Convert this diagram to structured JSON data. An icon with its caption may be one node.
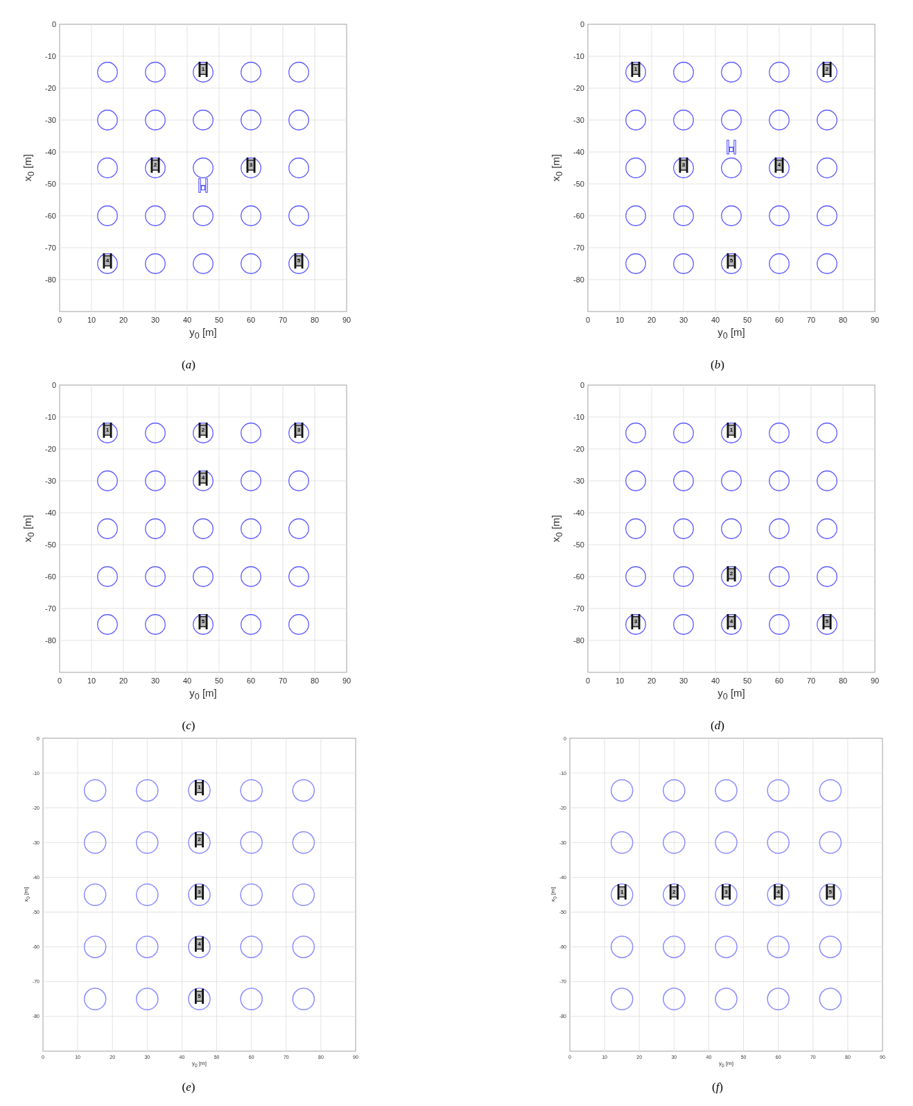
{
  "diagram": {
    "labels": [
      "0",
      "-10",
      "-20",
      "-30",
      "-40",
      "-50",
      "-60",
      "-70",
      "-80",
      "0",
      "10",
      "20",
      "30",
      "40",
      "50",
      "60",
      "70",
      "80",
      "90",
      "x$_{0}$ [m]",
      "y$_{0}$ [m]",
      "1",
      "2",
      "3",
      "4",
      "5",
      "(*a*)",
      "0",
      "-10",
      "-20",
      "-30",
      "-40",
      "-50",
      "-60",
      "-70",
      "-80",
      "0",
      "10",
      "20",
      "30",
      "40",
      "50",
      "60",
      "70",
      "80",
      "90",
      "x$_{0}$ [m]",
      "y$_{0}$ [m]",
      "1",
      "2",
      "3",
      "4",
      "5",
      "(*b*)",
      "0",
      "-10",
      "-20",
      "-30",
      "-40",
      "-50",
      "-60",
      "-70",
      "-80",
      "0",
      "10",
      "20",
      "30",
      "40",
      "50",
      "60",
      "70",
      "80",
      "90",
      "x$_{0}$ [m]",
      "y$_{0}$ [m]",
      "1",
      "2",
      "3",
      "4",
      "5",
      "(*c*)",
      "0",
      "-10",
      "-20",
      "-30",
      "-40",
      "-50",
      "-60",
      "-70",
      "-80",
      "0",
      "10",
      "20",
      "30",
      "40",
      "50",
      "60",
      "70",
      "80",
      "90",
      "x$_{0}$ [m]",
      "y$_{0}$ [m]",
      "1",
      "2",
      "3",
      "4",
      "5",
      "(*d*)",
      "0",
      "-10",
      "-20",
      "-30",
      "-40",
      "-50",
      "-60",
      "-70",
      "-80",
      "0",
      "10",
      "20",
      "30",
      "40",
      "50",
      "60",
      "70",
      "80",
      "90",
      "x$_{0}$ [m]",
      "y$_{0}$ [m]",
      "1",
      "2",
      "3",
      "4",
      "5",
      "(*e*)",
      "0",
      "-10",
      "-20",
      "-30",
      "-40",
      "-50",
      "-60",
      "-70",
      "-80",
      "0",
      "10",
      "20",
      "30",
      "40",
      "50",
      "60",
      "70",
      "80",
      "90",
      "x$_{0}$ [m]",
      "y$_{0}$ [m]",
      "1",
      "2",
      "3",
      "4",
      "5",
      "(*f*)"
    ]
  }
}
